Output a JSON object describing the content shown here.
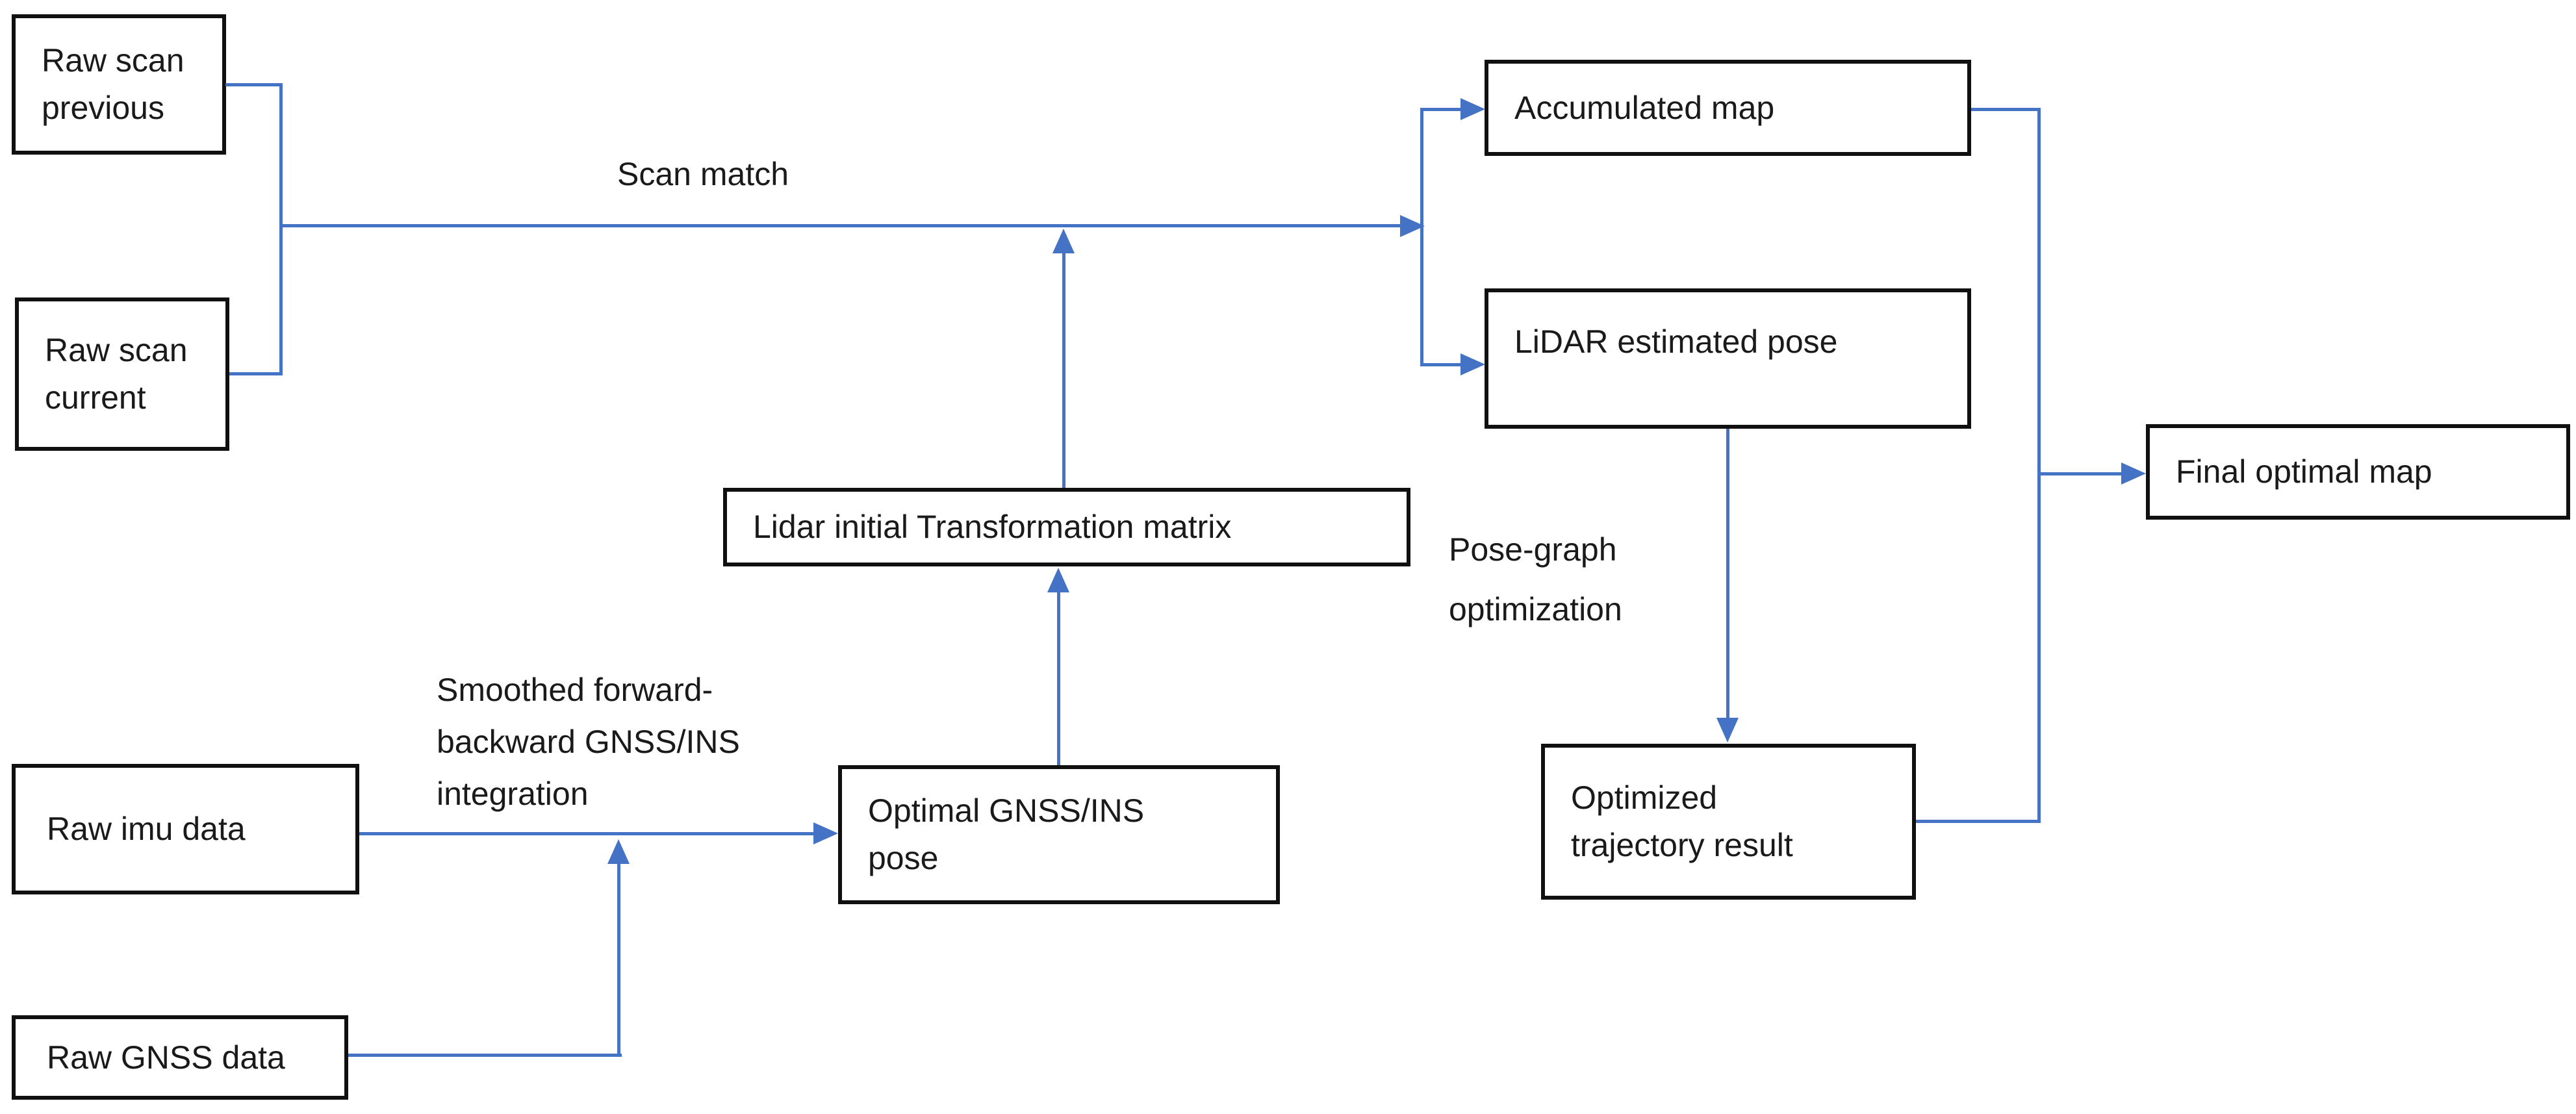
{
  "diagram": {
    "type": "flowchart",
    "accent_color": "#4472C4",
    "box_border_color": "#101010",
    "nodes": {
      "raw_scan_previous": {
        "label": "Raw scan previous",
        "lines": [
          "Raw scan",
          "previous"
        ]
      },
      "raw_scan_current": {
        "label": "Raw scan current",
        "lines": [
          "Raw scan",
          "current"
        ]
      },
      "lidar_initial_transformation_matrix": {
        "label": "Lidar initial Transformation matrix"
      },
      "optimal_gnss_ins_pose": {
        "label": "Optimal GNSS/INS pose",
        "lines": [
          "Optimal GNSS/INS",
          "pose"
        ]
      },
      "raw_imu_data": {
        "label": "Raw imu data"
      },
      "raw_gnss_data": {
        "label": "Raw GNSS data"
      },
      "accumulated_map": {
        "label": "Accumulated map"
      },
      "lidar_estimated_pose": {
        "label": "LiDAR estimated pose"
      },
      "optimized_trajectory_result": {
        "label": "Optimized trajectory result",
        "lines": [
          "Optimized",
          "trajectory result"
        ]
      },
      "final_optimal_map": {
        "label": "Final optimal map"
      }
    },
    "edge_labels": {
      "scan_match": "Scan match",
      "pose_graph_optimization": {
        "label": "Pose-graph optimization",
        "lines": [
          "Pose-graph",
          "optimization"
        ]
      },
      "smoothed_integration": {
        "label": "Smoothed forward-backward GNSS/INS integration",
        "lines": [
          "Smoothed forward-",
          "backward GNSS/INS",
          "integration"
        ]
      }
    },
    "edges": [
      {
        "from": "raw_scan_previous",
        "to": "scan_match_junction"
      },
      {
        "from": "raw_scan_current",
        "to": "scan_match_junction"
      },
      {
        "from": "scan_match_junction",
        "to": "accumulated_map",
        "label": "Scan match"
      },
      {
        "from": "scan_match_junction",
        "to": "lidar_estimated_pose",
        "label": "Scan match"
      },
      {
        "from": "raw_imu_data",
        "to": "optimal_gnss_ins_pose",
        "label": "Smoothed forward-backward GNSS/INS integration"
      },
      {
        "from": "raw_gnss_data",
        "to": "optimal_gnss_ins_pose"
      },
      {
        "from": "optimal_gnss_ins_pose",
        "to": "lidar_initial_transformation_matrix"
      },
      {
        "from": "lidar_initial_transformation_matrix",
        "to": "scan_match_junction"
      },
      {
        "from": "lidar_estimated_pose",
        "to": "optimized_trajectory_result",
        "label": "Pose-graph optimization"
      },
      {
        "from": "accumulated_map",
        "to": "final_optimal_map"
      },
      {
        "from": "optimized_trajectory_result",
        "to": "final_optimal_map"
      }
    ]
  }
}
